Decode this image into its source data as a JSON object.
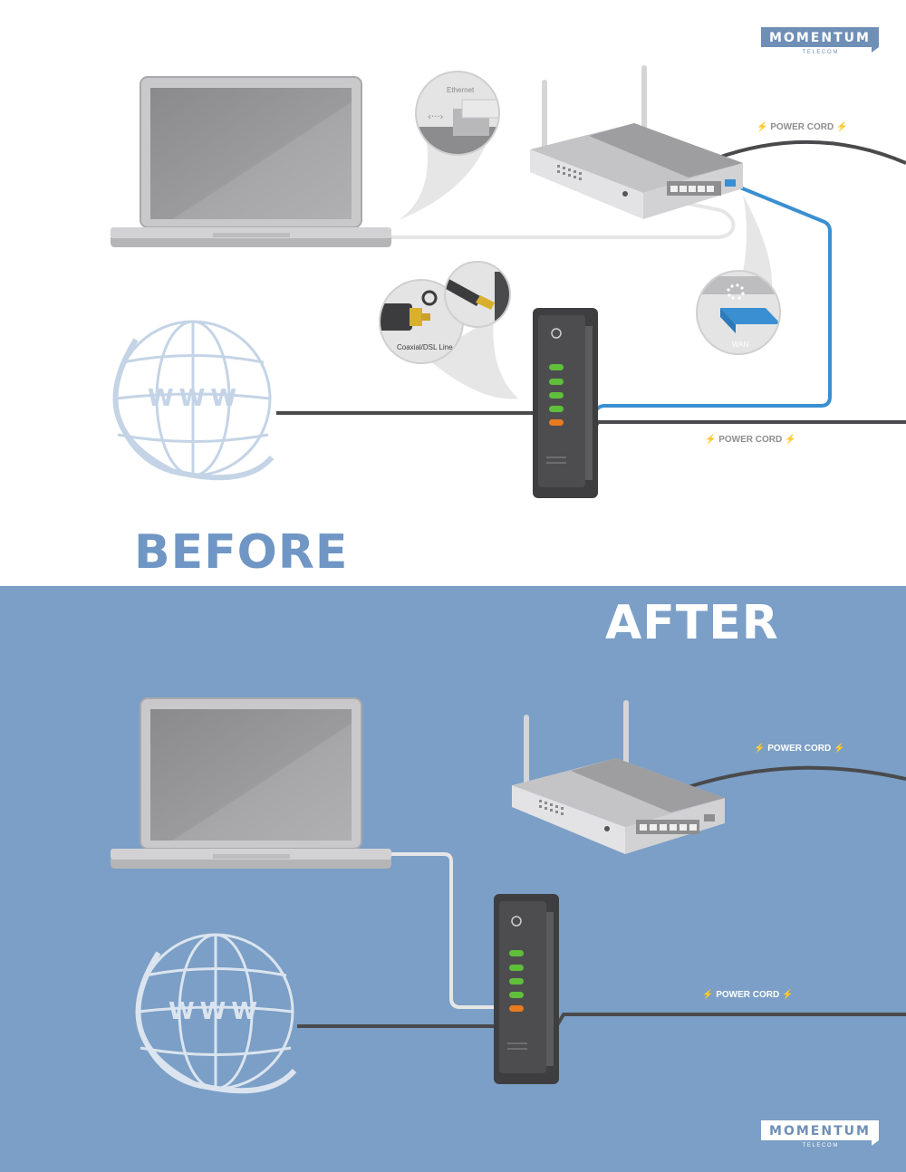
{
  "brand": {
    "name": "MOMENTUM",
    "sub": "T E L E C O M",
    "color": "#6f8fb6"
  },
  "before": {
    "title": "BEFORE",
    "power_cord_router": "POWER CORD",
    "power_cord_modem": "POWER CORD",
    "ethernet_label": "Ethernet",
    "wan_label": "WAN",
    "coax_label": "Coaxial/DSL Line",
    "www": "WWW"
  },
  "after": {
    "title": "AFTER",
    "power_cord_router": "POWER CORD",
    "power_cord_modem": "POWER CORD",
    "www": "WWW"
  },
  "colors": {
    "after_bg": "#7b9fc6",
    "heading_before": "#6f96c4",
    "wan_cable": "#3a8fd2",
    "power_cable": "#4a4a4c",
    "led_green": "#5fbf3a",
    "led_orange": "#e87a1f"
  }
}
